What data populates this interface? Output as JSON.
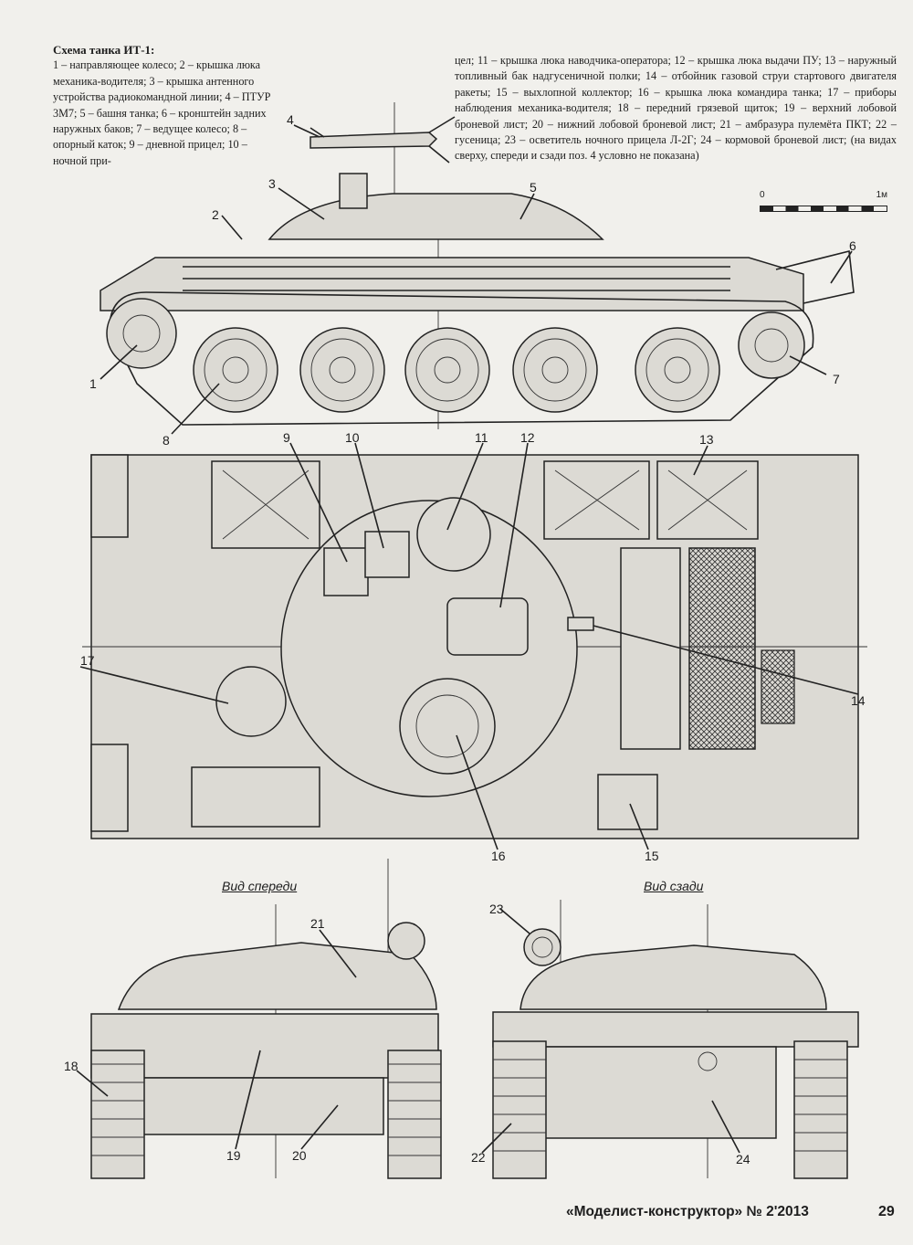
{
  "legend": {
    "title": "Схема танка ИТ-1:",
    "left_text": "1 – направляющее колесо; 2 – крышка люка механика-водителя; 3 – крышка антенного устройства радиокомандной линии; 4 – ПТУР 3М7; 5 – башня танка; 6 – кронштейн задних наружных баков; 7 – ведущее колесо; 8 – опорный каток; 9 – дневной прицел; 10 – ночной при-",
    "right_text": "цел; 11 – крышка люка наводчика-оператора; 12 – крышка люка выдачи ПУ; 13 – наружный топливный бак надгусеничной полки; 14 – отбойник газовой струи стартового двигателя ракеты; 15 – выхлопной коллектор; 16 – крышка люка командира танка; 17 – приборы наблюдения механика-водителя; 18 – передний грязевой щиток; 19 – верхний лобовой броневой лист; 20 – нижний лобовой броневой лист; 21 – амбразура пулемёта ПКТ; 22 – гусеница; 23 – осветитель ночного прицела Л-2Г; 24 – кормовой броневой лист; (на видах сверху, спереди и сзади поз. 4 условно не показана)"
  },
  "scale": {
    "start": "0",
    "end": "1м"
  },
  "views": {
    "front": "Вид спереди",
    "rear": "Вид сзади"
  },
  "callouts": {
    "c1": "1",
    "c2": "2",
    "c3": "3",
    "c4": "4",
    "c5": "5",
    "c6": "6",
    "c7": "7",
    "c8": "8",
    "c9": "9",
    "c10": "10",
    "c11": "11",
    "c12": "12",
    "c13": "13",
    "c14": "14",
    "c15": "15",
    "c16": "16",
    "c17": "17",
    "c18": "18",
    "c19": "19",
    "c20": "20",
    "c21": "21",
    "c22": "22",
    "c23": "23",
    "c24": "24"
  },
  "footer": {
    "magazine": "«Моделист-конструктор» № 2'2013",
    "page": "29"
  }
}
